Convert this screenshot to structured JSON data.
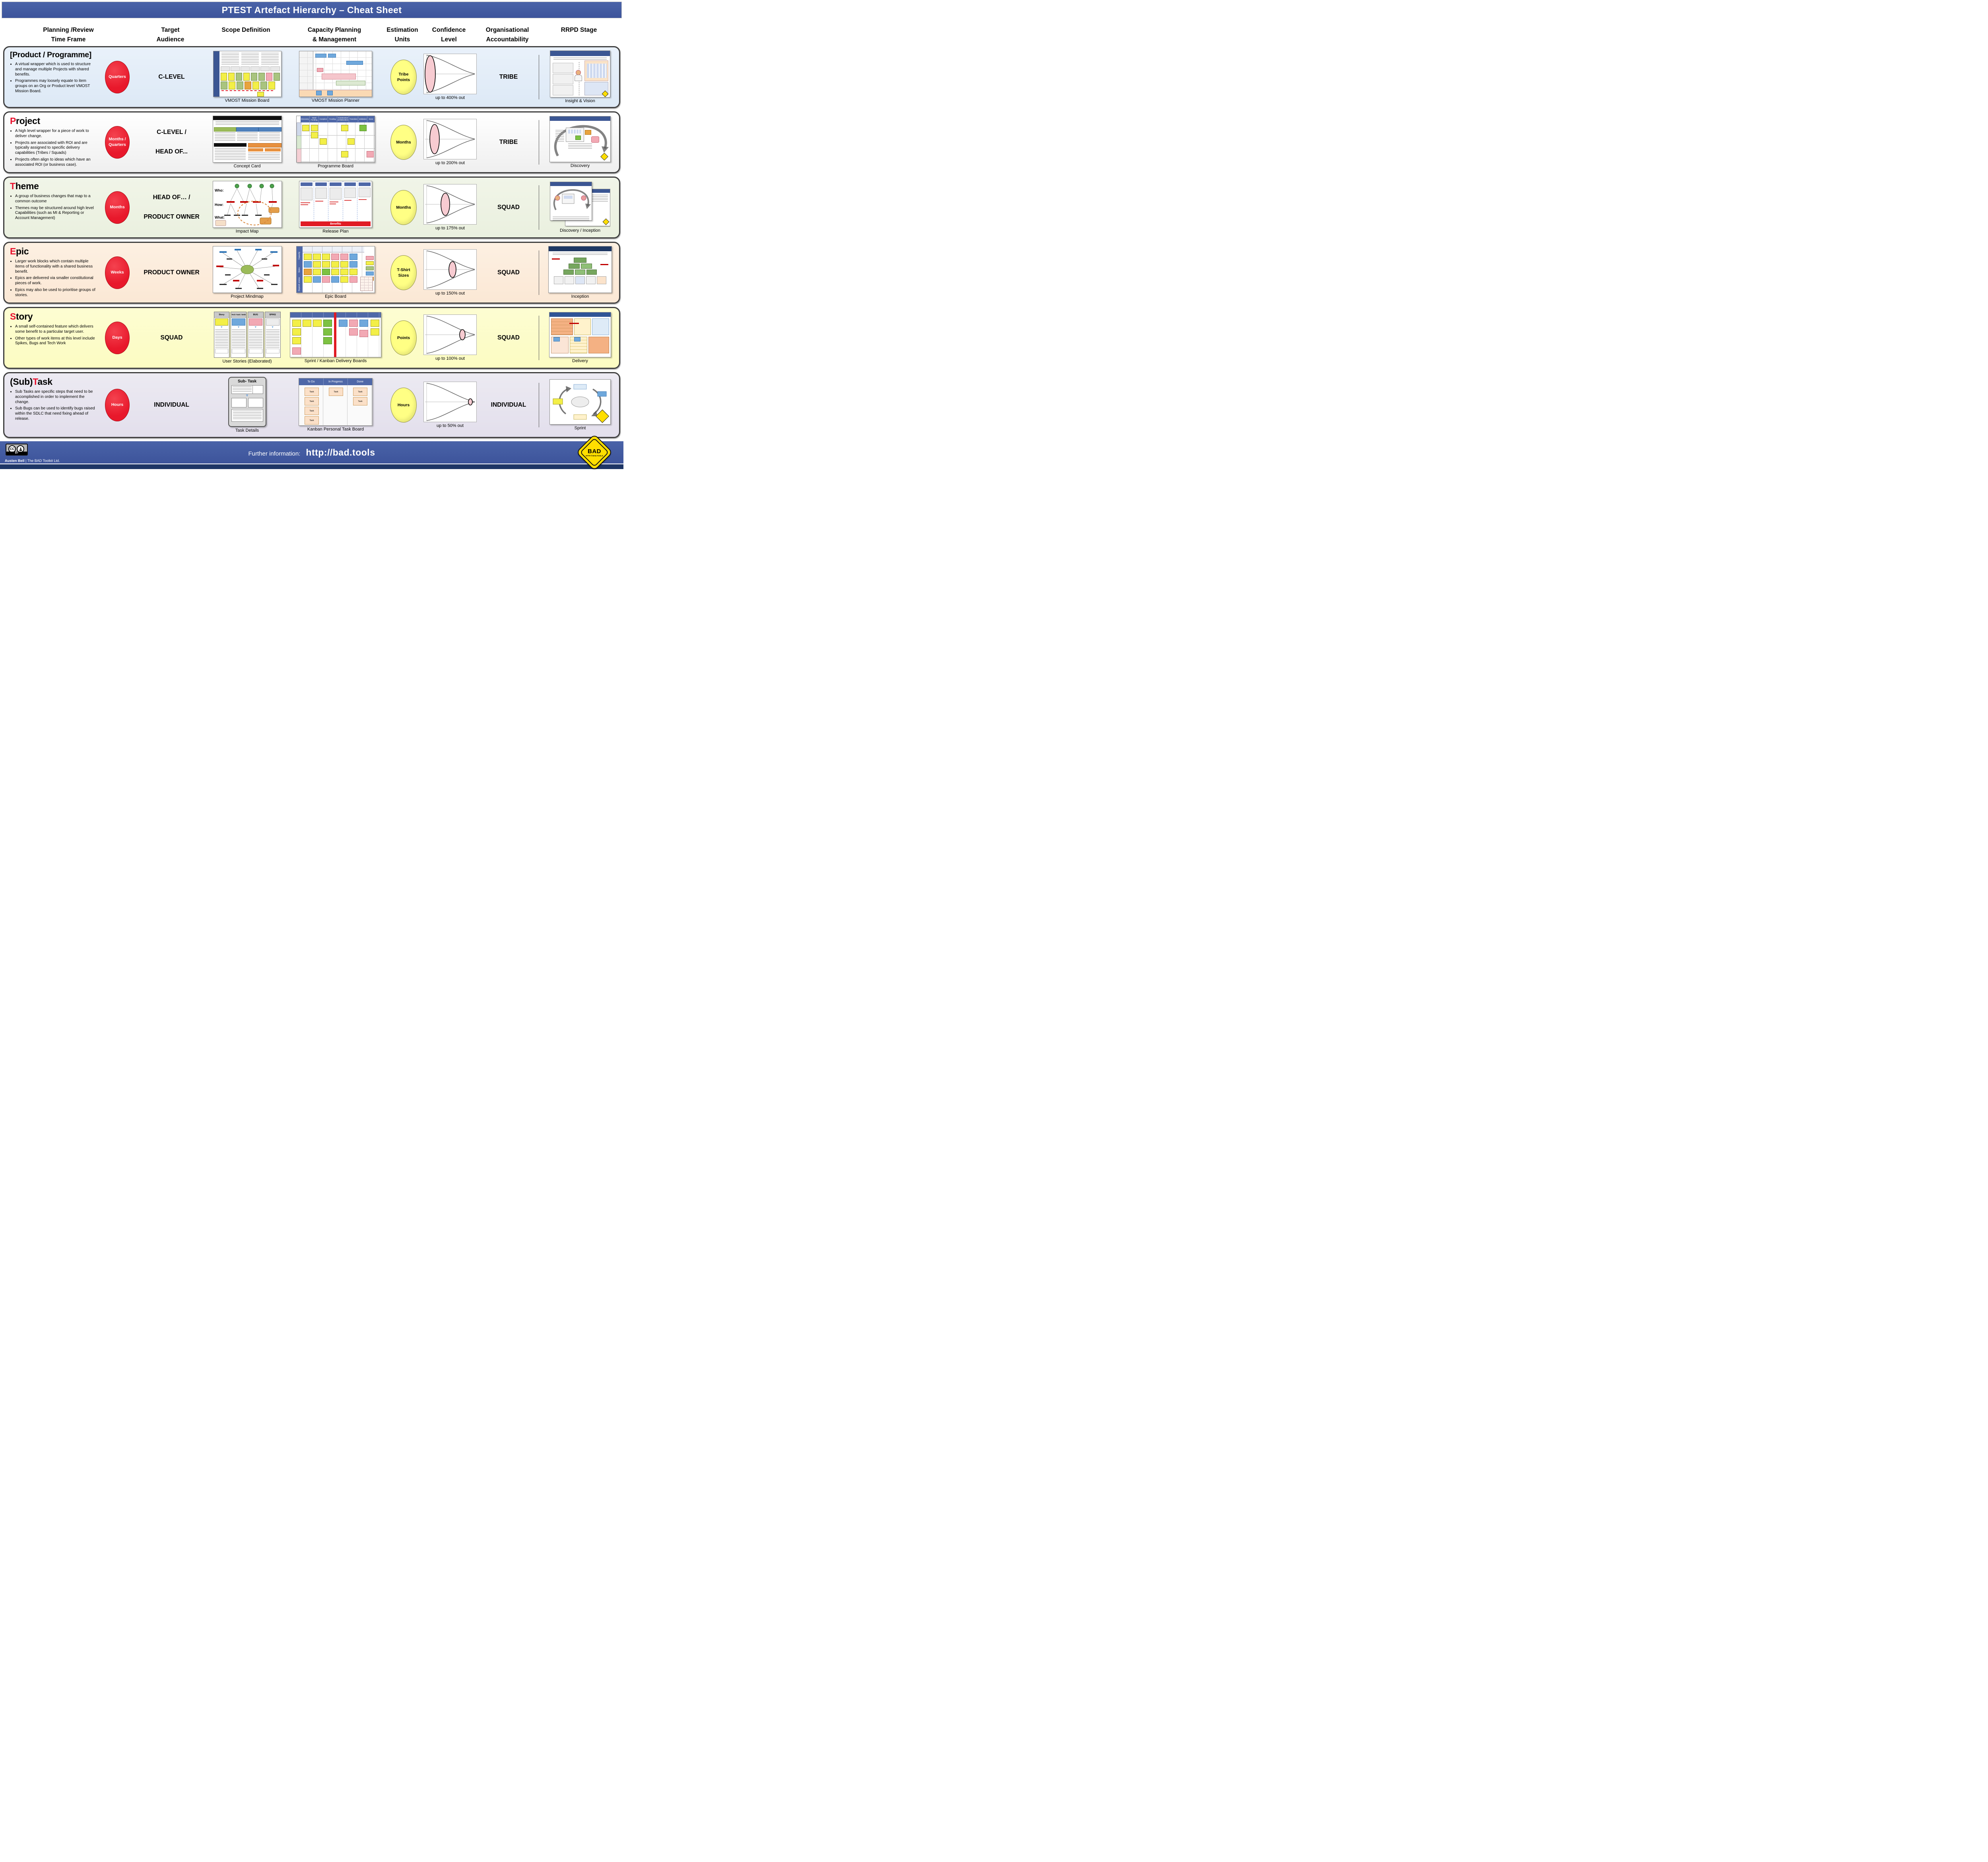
{
  "title": "PTEST Artefact Hierarchy – Cheat Sheet",
  "column_headers": [
    {
      "line1": "Planning /Review",
      "line2": "Time Frame"
    },
    {
      "line1": "Target",
      "line2": "Audience"
    },
    {
      "line1": "Scope Definition",
      "line2": ""
    },
    {
      "line1": "Capacity Planning",
      "line2": "& Management"
    },
    {
      "line1": "Estimation",
      "line2": "Units"
    },
    {
      "line1": "Confidence",
      "line2": "Level"
    },
    {
      "line1": "Organisational",
      "line2": "Accountability"
    },
    {
      "line1": "RRPD Stage",
      "line2": ""
    }
  ],
  "rows": [
    {
      "title_pre": "[Product / Programme]",
      "title_red": "",
      "title_rest": "",
      "bullets": [
        "A virtual wrapper which is used to structure and manage multiple Projects with shared benefits.",
        "Programmes may loosely equate to item groups on an Org or Product level VMOST Mission Board."
      ],
      "time_frame": [
        "Quarters"
      ],
      "audience": [
        "C-LEVEL"
      ],
      "scope_caption": "VMOST Mission Board",
      "capacity_caption": "VMOST Mission Planner",
      "estimation": [
        "Tribe",
        "Points"
      ],
      "confidence_caption": "up to 400% out",
      "accountability": "TRIBE",
      "rrpd_caption": "Insight & Vision"
    },
    {
      "title_pre": "",
      "title_red": "P",
      "title_rest": "roject",
      "bullets": [
        "A high level wrapper for a piece of work to deliver change.",
        "Projects are associated with ROI and are typically assigned to specific delivery capabilities (Tribes / Squads)",
        "Projects often align to ideas which have an associated ROI (or business case)."
      ],
      "time_frame": [
        "Months /",
        "Quarters"
      ],
      "audience": [
        "C-LEVEL /",
        "HEAD OF..."
      ],
      "scope_caption": "Concept Card",
      "capacity_caption": "Programme Board",
      "capacity_columns": [
        "Discovery",
        "Seed Funding",
        "Inception",
        "Funding",
        "Construction & Elaboration",
        "Transition",
        "Validation",
        "Done"
      ],
      "estimation": [
        "Months"
      ],
      "confidence_caption": "up to 200% out",
      "accountability": "TRIBE",
      "rrpd_caption": "Discovery"
    },
    {
      "title_pre": "",
      "title_red": "T",
      "title_rest": "heme",
      "bullets": [
        "A group of business changes that map to a common outcome",
        "Themes may be structured around high level Capabilities (such as MI & Reporting or Account Management)"
      ],
      "time_frame": [
        "Months"
      ],
      "audience": [
        "HEAD OF… /",
        "PRODUCT OWNER"
      ],
      "scope_caption": "Impact Map",
      "scope_labels": [
        "Who:",
        "How:",
        "What:"
      ],
      "capacity_caption": "Release Plan",
      "capacity_benefits": "Benefits",
      "estimation": [
        "Months"
      ],
      "confidence_caption": "up to 175% out",
      "accountability": "SQUAD",
      "rrpd_caption": "Discovery / Inception"
    },
    {
      "title_pre": "",
      "title_red": "E",
      "title_rest": "pic",
      "bullets": [
        "Larger work blocks which contain multiple items of functionality with a shared business benefit.",
        "Epics are delivered via smaller constitutional pieces of work.",
        "Epics may also be used to prioritise groups of stories."
      ],
      "time_frame": [
        "Weeks"
      ],
      "audience": [
        "PRODUCT OWNER"
      ],
      "scope_caption": "Project Mindmap",
      "capacity_caption": "Epic Board",
      "capacity_side": [
        "Capacity",
        "Epics",
        "Depend- encies"
      ],
      "estimation": [
        "T-Shirt",
        "Sizes"
      ],
      "confidence_caption": "up to 150% out",
      "accountability": "SQUAD",
      "rrpd_caption": "Inception"
    },
    {
      "title_pre": "",
      "title_red": "S",
      "title_rest": "tory",
      "bullets": [
        "A small self-contained feature which delivers some benefit to a particular target user.",
        "Other types of work items at this level include Spikes, Bugs and Tech Work"
      ],
      "time_frame": [
        "Days"
      ],
      "audience": [
        "SQUAD"
      ],
      "scope_caption": "User Stories (Elaborated)",
      "scope_cards": [
        "Story",
        "Tech Task / Debt",
        "BUG",
        "SPIKE"
      ],
      "capacity_caption": "Sprint / Kanban Delivery Boards",
      "estimation": [
        "Points"
      ],
      "confidence_caption": "up to 100% out",
      "accountability": "SQUAD",
      "rrpd_caption": "Delivery"
    },
    {
      "title_pre": "(Sub)",
      "title_red": "T",
      "title_rest": "ask",
      "bullets": [
        "Sub Tasks are specific steps that need to be accomplished in order to implement the change.",
        "Sub Bugs can be used to identify bugs raised within the SDLC that need fixing ahead of release."
      ],
      "time_frame": [
        "Hours"
      ],
      "audience": [
        "INDIVIDUAL"
      ],
      "scope_caption": "Task Details",
      "scope_title": "Sub- Task",
      "capacity_caption": "Kanban Personal Task Board",
      "capacity_columns": [
        "To Do",
        "In Progress",
        "Done"
      ],
      "task_label": "Task",
      "estimation": [
        "Hours"
      ],
      "confidence_caption": "up to 50% out",
      "accountability": "INDIVIDUAL",
      "rrpd_caption": "Sprint"
    }
  ],
  "footer": {
    "license_badge": "BY",
    "attribution_name": "Austen Bell",
    "attribution_rest": " | The BAD Toolkit Ltd.",
    "info_label": "Further information:",
    "info_url": "http://bad.tools",
    "logo_text": "BAD",
    "logo_subtext": "HTTP:// BAD.TOOLS"
  },
  "colors": {
    "bar_blue": "#4A63A8",
    "bar_blue_dark": "#3D549B",
    "strip_navy": "#1E3666",
    "board_blue": "#4F68A8",
    "row1_bg": "#DDE9F6",
    "row2_bg": "#EFEFEF",
    "row3_bg": "#EAF0DF",
    "row4_bg": "#FBE8D5",
    "row5_bg": "#FCFCC2",
    "row6_bg": "#E3DFEC",
    "time_red": "#E8182B",
    "estimation_yellow": "#FFFF84",
    "funnel_pink": "#F7CBD1"
  }
}
